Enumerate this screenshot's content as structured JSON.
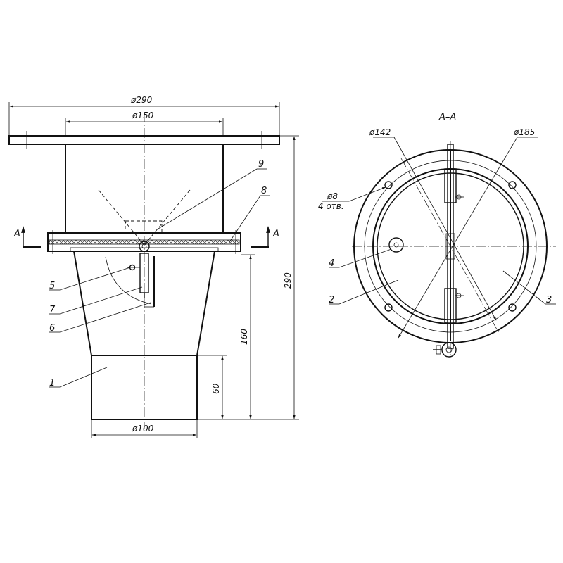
{
  "side_view": {
    "dim_outer_flange": "ø290",
    "dim_upper_pipe": "ø150",
    "dim_outlet": "ø100",
    "dim_total_height": "290",
    "dim_cone_height": "160",
    "dim_outlet_height": "60",
    "section_mark_left": "A",
    "section_mark_right": "A",
    "callouts": [
      "1",
      "5",
      "6",
      "7",
      "8",
      "9"
    ]
  },
  "section_view": {
    "title": "A–A",
    "dim_inner": "ø142",
    "dim_outer": "ø185",
    "hole_dim": "ø8",
    "hole_count": "4 отв.",
    "callouts": [
      "2",
      "3",
      "4"
    ]
  }
}
